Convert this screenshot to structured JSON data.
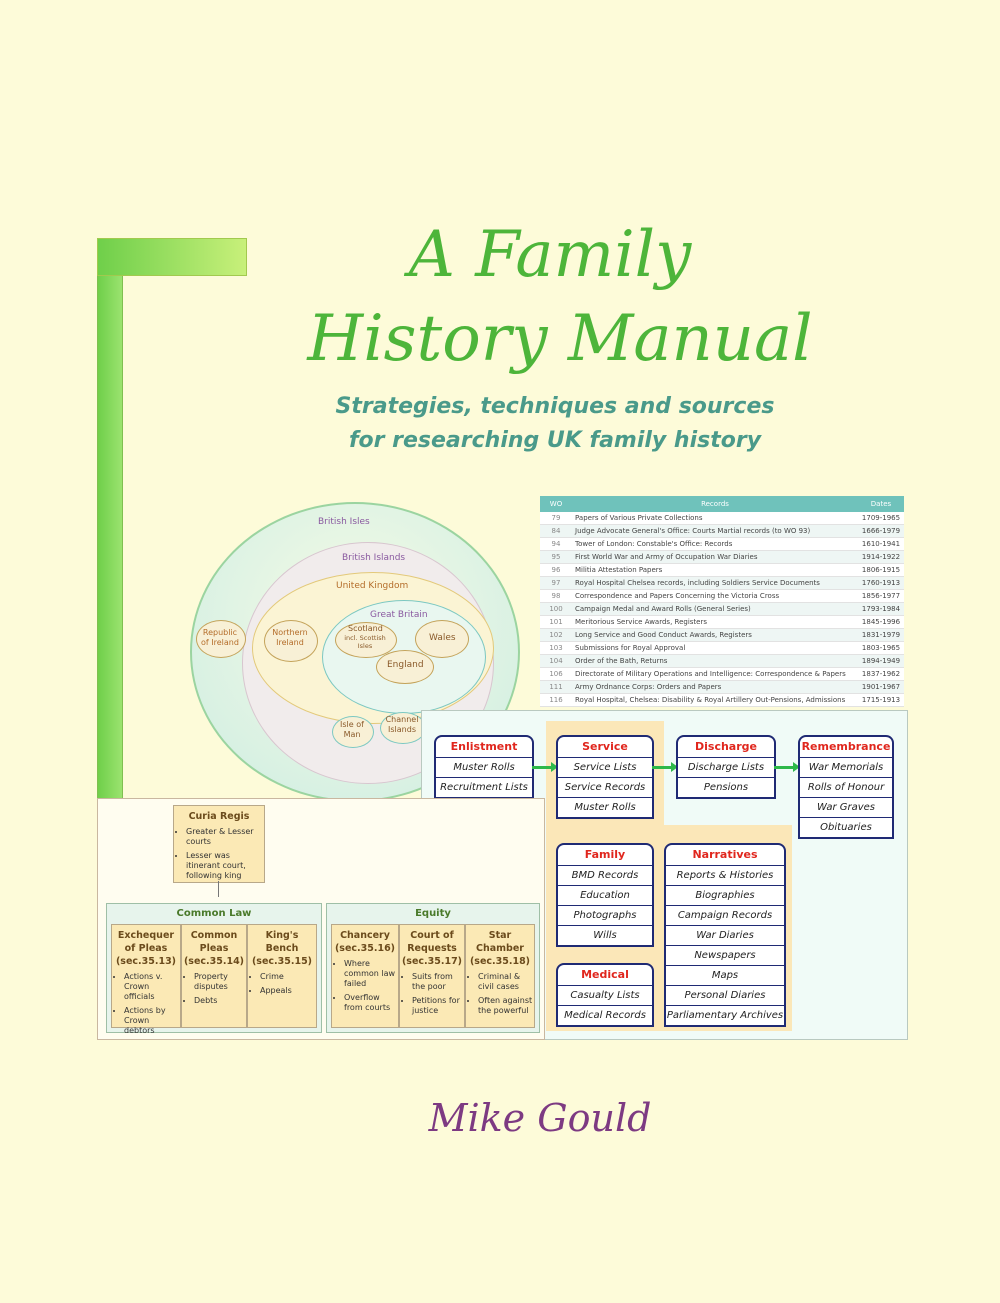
{
  "title": {
    "line1": "A Family",
    "line2": "History Manual"
  },
  "subtitle": {
    "line1": "Strategies, techniques and sources",
    "line2": "for researching UK family history"
  },
  "author": "Mike Gould",
  "colors": {
    "background": "#fdfbd9",
    "title_green": "#4db53a",
    "subtitle_teal": "#4a9a8a",
    "author_purple": "#7d3a82",
    "table_header": "#6fc2bb",
    "box_navy": "#1f2a74",
    "box_red_text": "#e0261d"
  },
  "wo_table": {
    "headers": [
      "WO",
      "Records",
      "Dates"
    ],
    "rows": [
      [
        "79",
        "Papers of Various Private Collections",
        "1709-1965"
      ],
      [
        "84",
        "Judge Advocate General's Office: Courts Martial records (to WO 93)",
        "1666-1979"
      ],
      [
        "94",
        "Tower of London: Constable's Office: Records",
        "1610-1941"
      ],
      [
        "95",
        "First World War and Army of Occupation War Diaries",
        "1914-1922"
      ],
      [
        "96",
        "Militia Attestation Papers",
        "1806-1915"
      ],
      [
        "97",
        "Royal Hospital Chelsea records, including Soldiers Service Documents",
        "1760-1913"
      ],
      [
        "98",
        "Correspondence and Papers Concerning the Victoria Cross",
        "1856-1977"
      ],
      [
        "100",
        "Campaign Medal and Award Rolls (General Series)",
        "1793-1984"
      ],
      [
        "101",
        "Meritorious Service Awards, Registers",
        "1845-1996"
      ],
      [
        "102",
        "Long Service and Good Conduct Awards, Registers",
        "1831-1979"
      ],
      [
        "103",
        "Submissions for Royal Approval",
        "1803-1965"
      ],
      [
        "104",
        "Order of the Bath, Returns",
        "1894-1949"
      ],
      [
        "106",
        "Directorate of Military Operations and Intelligence: Correspondence & Papers",
        "1837-1962"
      ],
      [
        "111",
        "Army Ordnance Corps: Orders and Papers",
        "1901-1967"
      ],
      [
        "116",
        "Royal Hospital, Chelsea: Disability & Royal Artillery Out-Pensions, Admissions",
        "1715-1913"
      ]
    ]
  },
  "venn": {
    "british_isles": "British Isles",
    "british_islands": "British Islands",
    "united_kingdom": "United Kingdom",
    "great_britain": "Great Britain",
    "republic_of_ireland": "Republic of Ireland",
    "northern_ireland": "Northern Ireland",
    "scotland": "Scotland",
    "scotland_note": "incl. Scottish Isles",
    "wales": "Wales",
    "england": "England",
    "isle_of_man": "Isle of Man",
    "channel_islands": "Channel Islands"
  },
  "army_records": {
    "enlistment": {
      "head": "Enlistment",
      "items": [
        "Muster Rolls",
        "Recruitment Lists"
      ]
    },
    "service": {
      "head": "Service",
      "items": [
        "Service Lists",
        "Service Records",
        "Muster Rolls"
      ]
    },
    "discharge": {
      "head": "Discharge",
      "items": [
        "Discharge Lists",
        "Pensions"
      ]
    },
    "remembrance": {
      "head": "Remembrance",
      "items": [
        "War Memorials",
        "Rolls of Honour",
        "War Graves",
        "Obituaries"
      ]
    },
    "family": {
      "head": "Family",
      "items": [
        "BMD Records",
        "Education",
        "Photographs",
        "Wills"
      ]
    },
    "medical": {
      "head": "Medical",
      "items": [
        "Casualty Lists",
        "Medical Records"
      ]
    },
    "narratives": {
      "head": "Narratives",
      "items": [
        "Reports & Histories",
        "Biographies",
        "Campaign Records",
        "War Diaries",
        "Newspapers",
        "Maps",
        "Personal Diaries",
        "Parliamentary Archives"
      ]
    }
  },
  "courts": {
    "curia": {
      "head": "Curia Regis",
      "bullets": [
        "Greater & Lesser courts",
        "Lesser was itinerant court, following king"
      ]
    },
    "common_law": "Common Law",
    "equity": "Equity",
    "exchequer": {
      "head": "Exchequer of Pleas (sec.35.13)",
      "bullets": [
        "Actions v. Crown officials",
        "Actions by Crown debtors"
      ]
    },
    "common_pleas": {
      "head": "Common Pleas (sec.35.14)",
      "bullets": [
        "Property disputes",
        "Debts"
      ]
    },
    "kings_bench": {
      "head": "King's Bench (sec.35.15)",
      "bullets": [
        "Crime",
        "Appeals"
      ]
    },
    "chancery": {
      "head": "Chancery (sec.35.16)",
      "bullets": [
        "Where common law failed",
        "Overflow from courts"
      ]
    },
    "requests": {
      "head": "Court of Requests (sec.35.17)",
      "bullets": [
        "Suits from the poor",
        "Petitions for justice"
      ]
    },
    "star_chamber": {
      "head": "Star Chamber (sec.35.18)",
      "bullets": [
        "Criminal & civil cases",
        "Often against the powerful"
      ]
    }
  }
}
